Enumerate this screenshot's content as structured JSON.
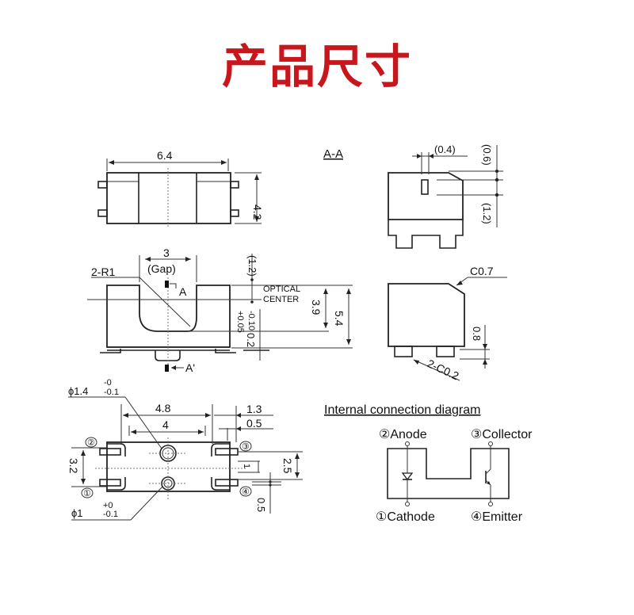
{
  "title": {
    "text": "产品尺寸",
    "color": "#c8161d"
  },
  "top_view": {
    "width_dim": "6.4",
    "height_dim": "4.2"
  },
  "front_view": {
    "gap_dim": "3",
    "gap_label": "(Gap)",
    "radius_label": "2-R1",
    "section_a": "A",
    "section_a_prime": "A'",
    "top_offset": "(1.2)",
    "optical_center_line1": "OPTICAL",
    "optical_center_line2": "CENTER",
    "tolerance_plus": "+0.05",
    "tolerance_minus": "-0.10",
    "bottom_offset": "0.2",
    "slot_depth": "3.9",
    "total_height": "5.4"
  },
  "section_view": {
    "label": "A-A",
    "slit_width": "(0.4)",
    "slit_top": "(0.6)",
    "slit_height": "(1.2)"
  },
  "side_view": {
    "chamfer_top": "C0.7",
    "chamfer_pins": "2-C0.2",
    "lead_height": "0.8"
  },
  "bottom_view": {
    "hole1_dia": "ϕ1.4",
    "hole1_tol_plus": "-0",
    "hole1_tol_minus": "-0.1",
    "hole2_dia": "ϕ1",
    "hole2_tol_plus": "+0",
    "hole2_tol_minus": "-0.1",
    "outer_pitch": "4.8",
    "inner_pitch": "4",
    "pad_length": "1.3",
    "pad_offset": "0.5",
    "row_pitch": "3.2",
    "pad_width": "1",
    "pad_span": "2.5",
    "pad_gap": "0.5",
    "pin_labels": [
      "②",
      "③",
      "①",
      "④"
    ]
  },
  "internal_diagram": {
    "heading": "Internal connection diagram",
    "anode": "②Anode",
    "collector": "③Collector",
    "cathode": "①Cathode",
    "emitter": "④Emitter"
  }
}
